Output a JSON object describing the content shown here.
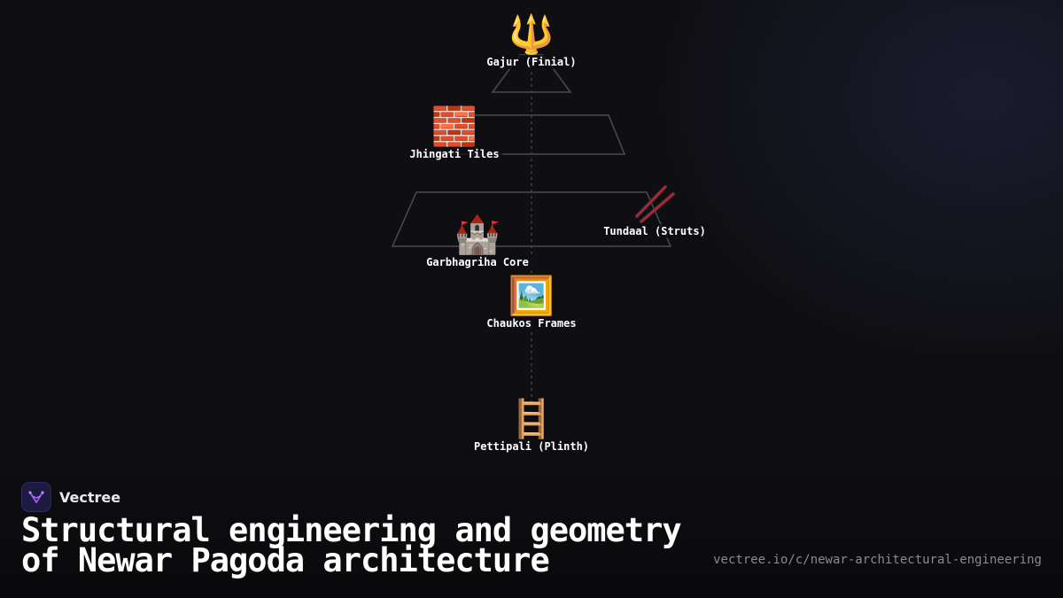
{
  "diagram": {
    "nodes": [
      {
        "id": "gajur",
        "icon": "trident-icon",
        "glyph": "🔱",
        "label": "Gajur (Finial)"
      },
      {
        "id": "jhingati",
        "icon": "brick-icon",
        "glyph": "🧱",
        "label": "Jhingati Tiles"
      },
      {
        "id": "tundaal",
        "icon": "struts-icon",
        "glyph": "",
        "label": "Tundaal (Struts)"
      },
      {
        "id": "garbhagriha",
        "icon": "castle-icon",
        "glyph": "🏰",
        "label": "Garbhagriha Core"
      },
      {
        "id": "chaukos",
        "icon": "framed-picture-icon",
        "glyph": "🖼️",
        "label": "Chaukos Frames"
      },
      {
        "id": "pettipali",
        "icon": "ladder-icon",
        "glyph": "🪜",
        "label": "Pettipali (Plinth)"
      }
    ],
    "colors": {
      "outline": "#4a4a52",
      "axis": "#55555c",
      "strut": "#c0202e"
    }
  },
  "brand": {
    "name": "Vectree",
    "logo_icon": "vectree-logo-icon"
  },
  "title": "Structural engineering and geometry of Newar Pagoda architecture",
  "url": "vectree.io/c/newar-architectural-engineering"
}
